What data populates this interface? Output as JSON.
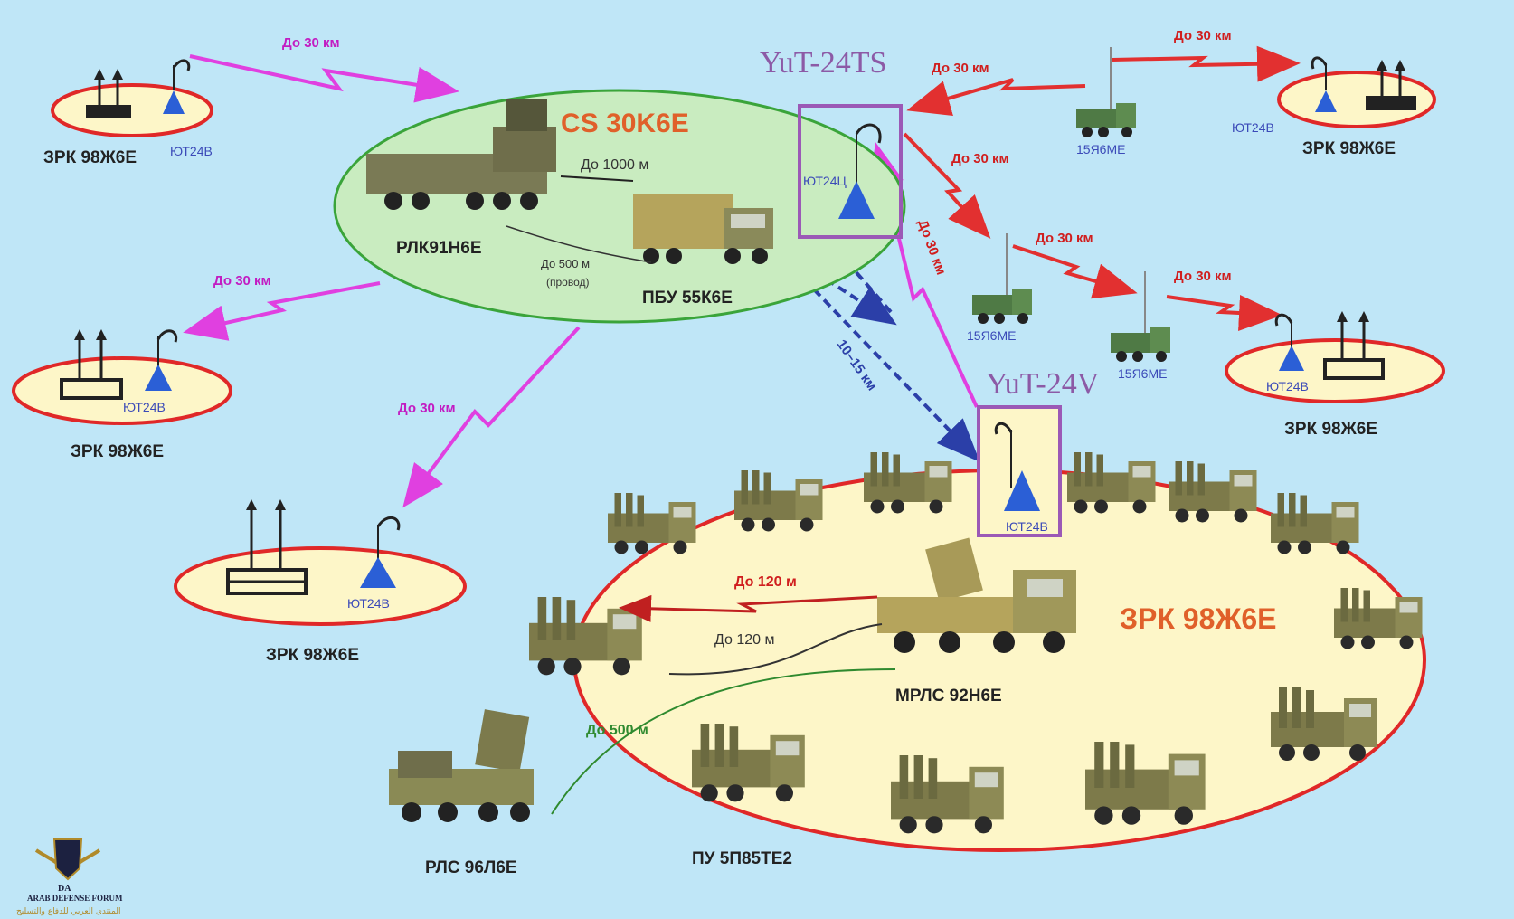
{
  "command_post": {
    "title": "CS 30K6E",
    "radar_label": "РЛК91Н6Е",
    "pbu_label": "ПБУ 55К6Е",
    "link_label": "До 1000 м",
    "wire_label_1": "До 500 м",
    "wire_label_2": "(провод)",
    "antenna_label": "ЮТ24Ц"
  },
  "callouts": {
    "top": "YuT-24TS",
    "bottom": "YuT-24V"
  },
  "sam_nodes": [
    {
      "label": "ЗРК 98Ж6Е",
      "antenna": "ЮТ24В"
    },
    {
      "label": "ЗРК 98Ж6Е",
      "antenna": "ЮТ24В"
    },
    {
      "label": "ЗРК 98Ж6Е",
      "antenna": "ЮТ24В"
    },
    {
      "label": "ЗРК 98Ж6Е",
      "antenna": "ЮТ24В"
    },
    {
      "label": "ЗРК 98Ж6Е",
      "antenna": "ЮТ24В"
    }
  ],
  "relays": [
    {
      "label": "15Я6МЕ"
    },
    {
      "label": "15Я6МЕ"
    },
    {
      "label": "15Я6МЕ"
    }
  ],
  "distances": {
    "d30": "До 30 км",
    "d10_15": "10–15 км"
  },
  "battery": {
    "title": "ЗРК 98Ж6Е",
    "antenna": "ЮТ24В",
    "mrls_label": "МРЛС 92Н6Е",
    "rls_label": "РЛС 96Л6Е",
    "launcher_label": "ПУ 5П85ТЕ2",
    "d120_a": "До 120 м",
    "d120_b": "До 120 м",
    "d500": "До 500 м"
  },
  "logo": {
    "initials": "DA",
    "name": "ARAB DEFENSE FORUM",
    "arabic": "المنتدى العربي للدفاع والتسليح"
  },
  "colors": {
    "background": "#bfe6f7",
    "red_link": "#e23030",
    "magenta_link": "#e040e0",
    "blue_link": "#2b3fa8",
    "callout_box": "#9b59b6",
    "cp_fill": "#c9ecc0",
    "cp_stroke": "#3aa43a",
    "node_fill": "#fdf6c8",
    "node_stroke": "#e02828"
  }
}
